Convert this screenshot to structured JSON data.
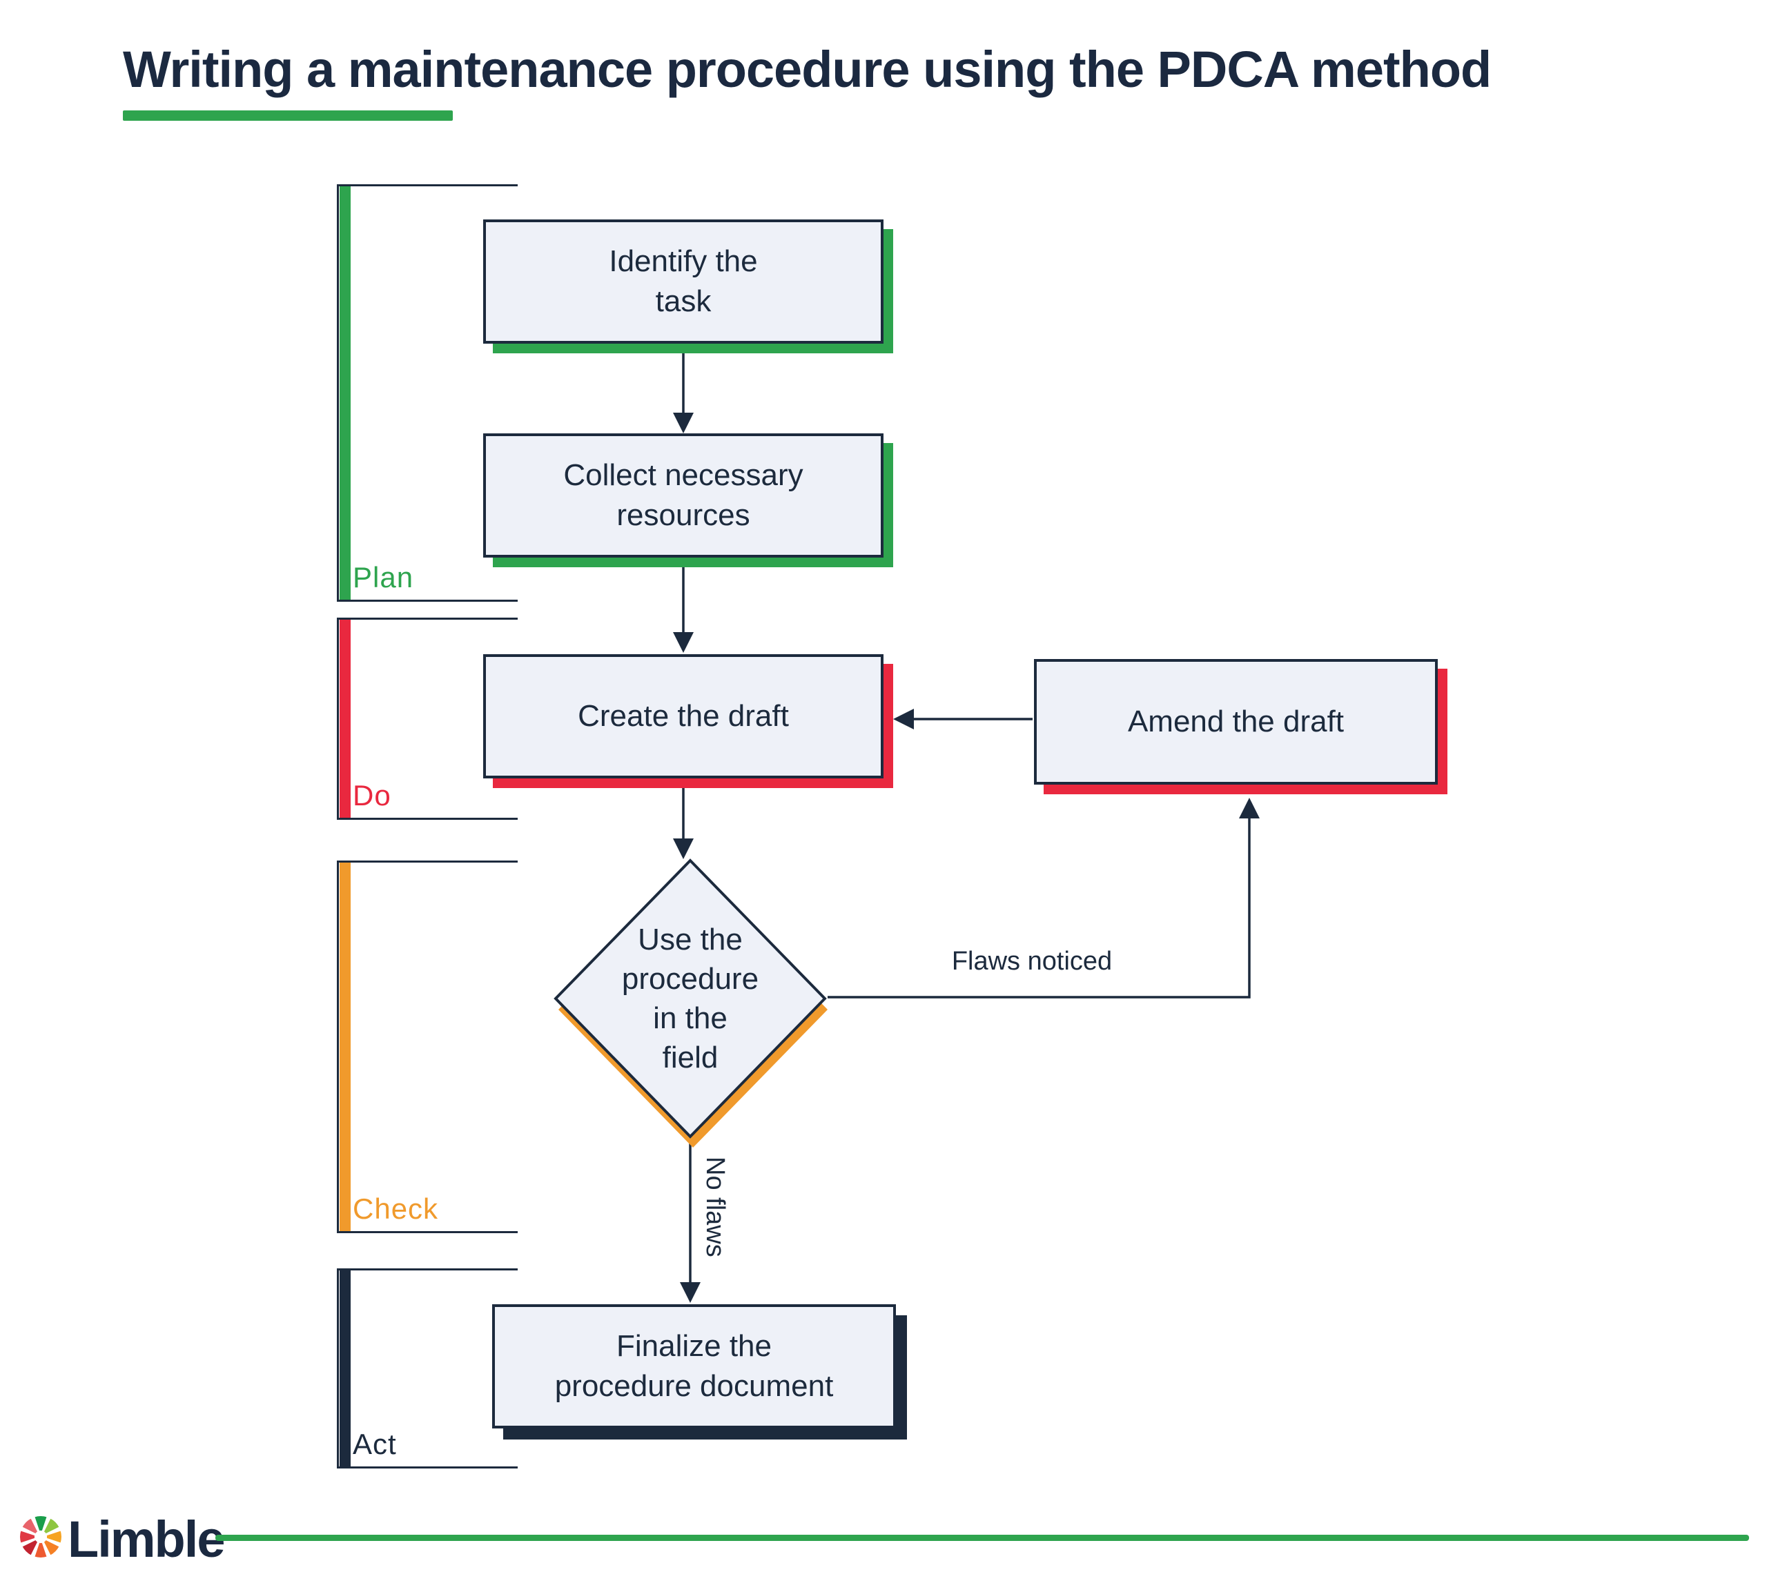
{
  "title": "Writing a maintenance procedure using the PDCA method",
  "colors": {
    "navy": "#1c2a3d",
    "green": "#2ea44e",
    "red": "#e9283f",
    "orange": "#f09a2c",
    "node_fill": "#eef1f8"
  },
  "phases": [
    {
      "label": "Plan",
      "color": "#2ea44e"
    },
    {
      "label": "Do",
      "color": "#e9283f"
    },
    {
      "label": "Check",
      "color": "#f09a2c"
    },
    {
      "label": "Act",
      "color": "#1c2a3d"
    }
  ],
  "nodes": {
    "identify": {
      "label": "Identify the\ntask"
    },
    "collect": {
      "label": "Collect necessary\nresources"
    },
    "create": {
      "label": "Create the draft"
    },
    "amend": {
      "label": "Amend the draft"
    },
    "decision": {
      "label": "Use the\nprocedure\nin the\nfield"
    },
    "finalize": {
      "label": "Finalize the\nprocedure document"
    }
  },
  "edge_labels": {
    "flaws_noticed": "Flaws noticed",
    "no_flaws": "No flaws"
  },
  "footer": {
    "brand": "Limble"
  }
}
